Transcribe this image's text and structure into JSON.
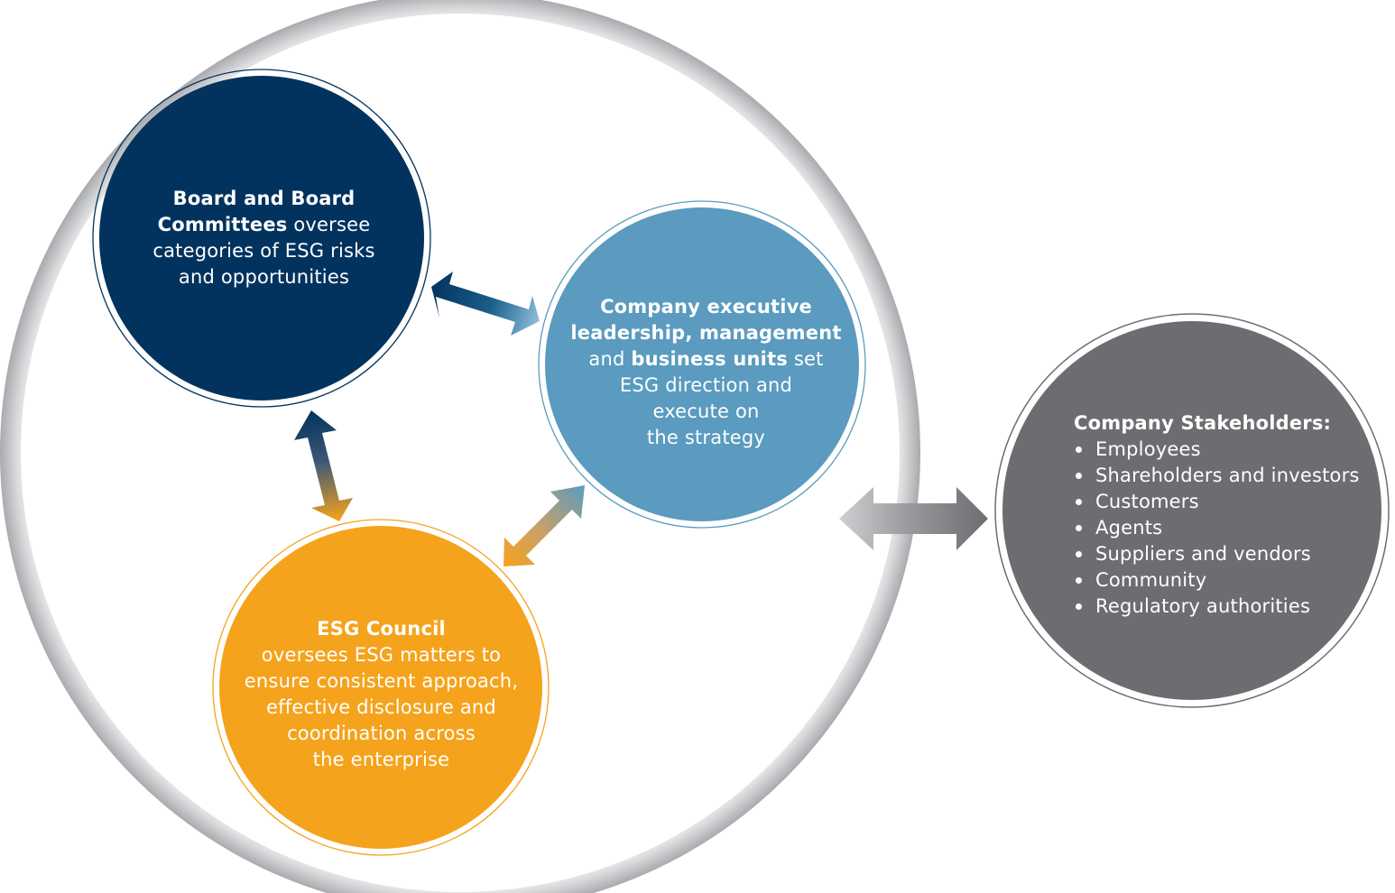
{
  "board": {
    "bold_1": "Board and Board",
    "bold_2": "Committees",
    "rest_2": " oversee",
    "line_3": "categories of ESG risks",
    "line_4": "and opportunities"
  },
  "executive": {
    "bold_1": "Company executive",
    "bold_2": "leadership, management",
    "pre_3": "and ",
    "bold_3": "business units",
    "rest_3": " set",
    "line_4": "ESG direction and",
    "line_5": "execute on",
    "line_6": "the strategy"
  },
  "council": {
    "bold_1": "ESG Council",
    "line_2": "oversees ESG matters to",
    "line_3": "ensure consistent approach,",
    "line_4": "effective disclosure and",
    "line_5": "coordination across",
    "line_6": "the enterprise"
  },
  "stakeholders": {
    "title": "Company Stakeholders:",
    "items": [
      "Employees",
      "Shareholders and investors",
      "Customers",
      "Agents",
      "Suppliers and vendors",
      "Community",
      "Regulatory authorities"
    ]
  },
  "colors": {
    "board_navy": "#02335e",
    "executive_blue": "#5a9bbf",
    "council_orange": "#f5a31c",
    "stakeholder_gray": "#6c6d70"
  }
}
